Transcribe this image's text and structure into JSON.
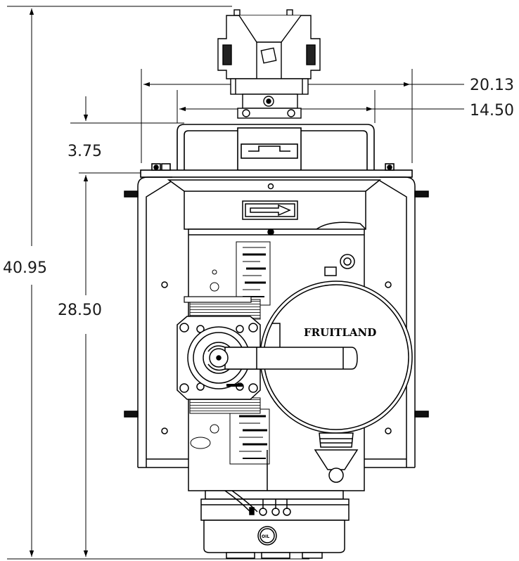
{
  "dimensions": {
    "overall_height": "40.95",
    "body_height": "28.50",
    "bracket_offset": "3.75",
    "outer_width": "20.13",
    "inner_width": "14.50"
  },
  "labels": {
    "brand": "FRUITLAND",
    "oil_cap": "OIL"
  }
}
